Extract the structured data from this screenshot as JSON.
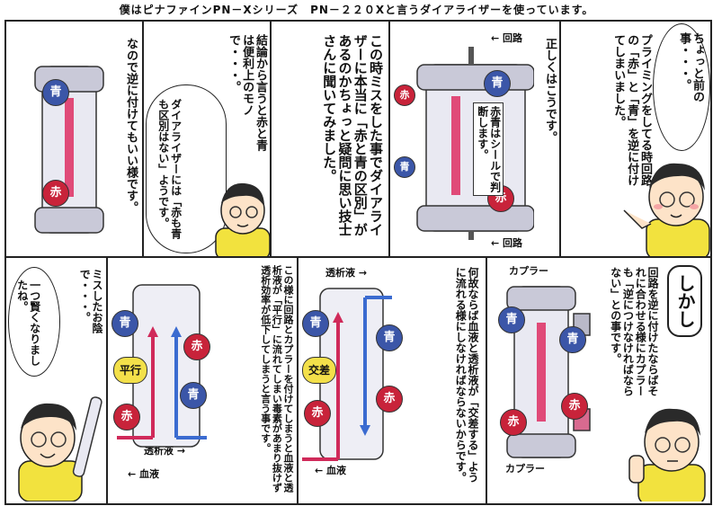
{
  "title": "僕はピナファインPN－Xシリーズ　PN－２２０Xと言うダイアライザーを使っています。",
  "panels": {
    "p1": {
      "speech": "ちょっと前の事・・・。",
      "narration": "プライミングをしてる時回路の「赤」と「青」を逆に付けてしまいました。"
    },
    "p2": {
      "narration": "正しくはこうです。",
      "label_top": "← 回路",
      "label_bottom": "← 回路",
      "badge_blue": "青",
      "badge_red": "赤",
      "note": "赤青はシールで判断します。"
    },
    "p3": {
      "narration": "この時ミスをした事でダイアライザーに本当に「赤と青の区別」があるのかちょっと疑問に思い技士さんに聞いてみました。"
    },
    "p4": {
      "narration": "結論から言うと赤と青は便利上のモノで・・・。",
      "speech": "ダイアライザーには「赤も青も区別はない」ようです。"
    },
    "p5": {
      "narration": "なので逆に付けてもいい様です。",
      "badge_blue": "青",
      "badge_red": "赤"
    },
    "p6": {
      "shout": "しかし",
      "narration": "回路を逆に付けたならばそれに合わせる様にカプラーも「逆につけなければならない」との事です。",
      "coupler_top": "カプラー",
      "coupler_bottom": "カプラー",
      "badge_blue": "青",
      "badge_red": "赤",
      "badge_blue2": "青",
      "badge_red2": "赤"
    },
    "p7": {
      "narration": "何故ならば血液と透析液が「交差する」ように流れる様にしなければならないからです。",
      "label_dialysate": "透析液 →",
      "label_blood": "← 血液",
      "badge_blue": "青",
      "badge_blue2": "青",
      "badge_red": "赤",
      "badge_red2": "赤",
      "badge_cross": "交差"
    },
    "p8": {
      "narration": "この様に回路とカプラーを付けてしまうと血液と透析液が「平行」に流れてしまい毒素があまり抜けず透析効率が低下してしまうと言う事です。",
      "label_dialysate": "透析液 →",
      "label_blood": "← 血液",
      "badge_blue": "青",
      "badge_blue2": "青",
      "badge_red": "赤",
      "badge_red2": "赤",
      "badge_parallel": "平行"
    },
    "p9": {
      "narration": "ミスしたお陰で・・・。",
      "speech": "一つ賢くなりましたね。"
    }
  }
}
